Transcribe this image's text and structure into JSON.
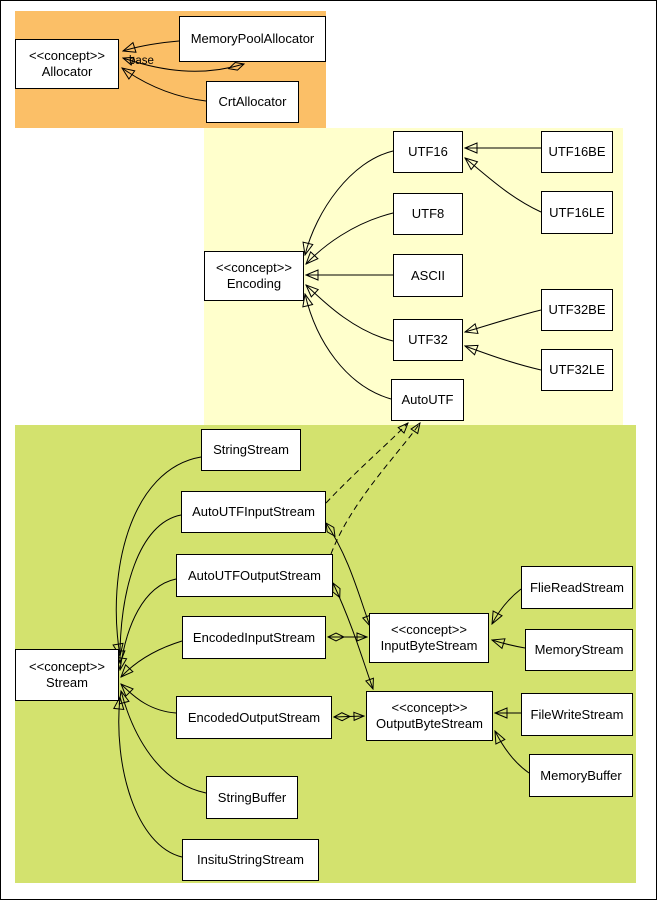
{
  "diagram": {
    "colors": {
      "allocator_region": "#fbbf67",
      "encoding_region": "#ffffcc",
      "stream_region": "#d3e26e",
      "node_fill": "#ffffff",
      "line": "#000000"
    },
    "nodes": {
      "allocator": {
        "stereotype": "<<concept>>",
        "name": "Allocator"
      },
      "memory_pool_allocator": {
        "name": "MemoryPoolAllocator"
      },
      "crt_allocator": {
        "name": "CrtAllocator"
      },
      "encoding": {
        "stereotype": "<<concept>>",
        "name": "Encoding"
      },
      "utf16": {
        "name": "UTF16"
      },
      "utf8": {
        "name": "UTF8"
      },
      "ascii": {
        "name": "ASCII"
      },
      "utf32": {
        "name": "UTF32"
      },
      "autoutf": {
        "name": "AutoUTF"
      },
      "utf16be": {
        "name": "UTF16BE"
      },
      "utf16le": {
        "name": "UTF16LE"
      },
      "utf32be": {
        "name": "UTF32BE"
      },
      "utf32le": {
        "name": "UTF32LE"
      },
      "string_stream": {
        "name": "StringStream"
      },
      "autoutf_input_stream": {
        "name": "AutoUTFInputStream"
      },
      "autoutf_output_stream": {
        "name": "AutoUTFOutputStream"
      },
      "encoded_input_stream": {
        "name": "EncodedInputStream"
      },
      "stream": {
        "stereotype": "<<concept>>",
        "name": "Stream"
      },
      "encoded_output_stream": {
        "name": "EncodedOutputStream"
      },
      "string_buffer": {
        "name": "StringBuffer"
      },
      "insitu_string_stream": {
        "name": "InsituStringStream"
      },
      "input_byte_stream": {
        "stereotype": "<<concept>>",
        "name": "InputByteStream"
      },
      "output_byte_stream": {
        "stereotype": "<<concept>>",
        "name": "OutputByteStream"
      },
      "flie_read_stream": {
        "name": "FlieReadStream"
      },
      "memory_stream": {
        "name": "MemoryStream"
      },
      "file_write_stream": {
        "name": "FileWriteStream"
      },
      "memory_buffer": {
        "name": "MemoryBuffer"
      }
    },
    "edge_labels": {
      "base": "base"
    }
  }
}
